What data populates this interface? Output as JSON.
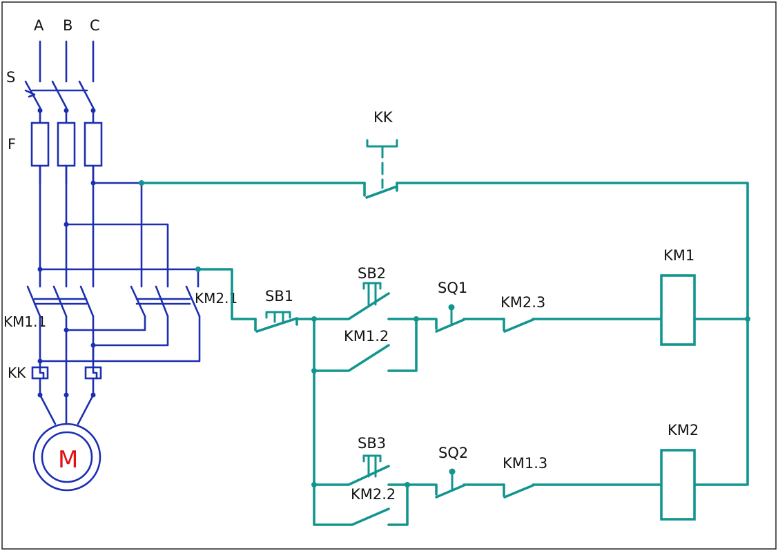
{
  "colors": {
    "power_wire": "#1b2fb0",
    "control_wire": "#12958f",
    "motor_label": "#e01010",
    "text": "#111111"
  },
  "labels": {
    "phase_a": "A",
    "phase_b": "B",
    "phase_c": "C",
    "switch": "S",
    "fuses": "F",
    "km1_1": "KM1.1",
    "km2_1": "KM2.1",
    "thermal_relay": "KK",
    "motor": "M",
    "kk_contact": "KK",
    "sb1": "SB1",
    "sb2": "SB2",
    "km1_2": "KM1.2",
    "sq1": "SQ1",
    "km2_3": "KM2.3",
    "km1_coil": "KM1",
    "sb3": "SB3",
    "km2_2": "KM2.2",
    "sq2": "SQ2",
    "km1_3": "KM1.3",
    "km2_coil": "KM2"
  }
}
